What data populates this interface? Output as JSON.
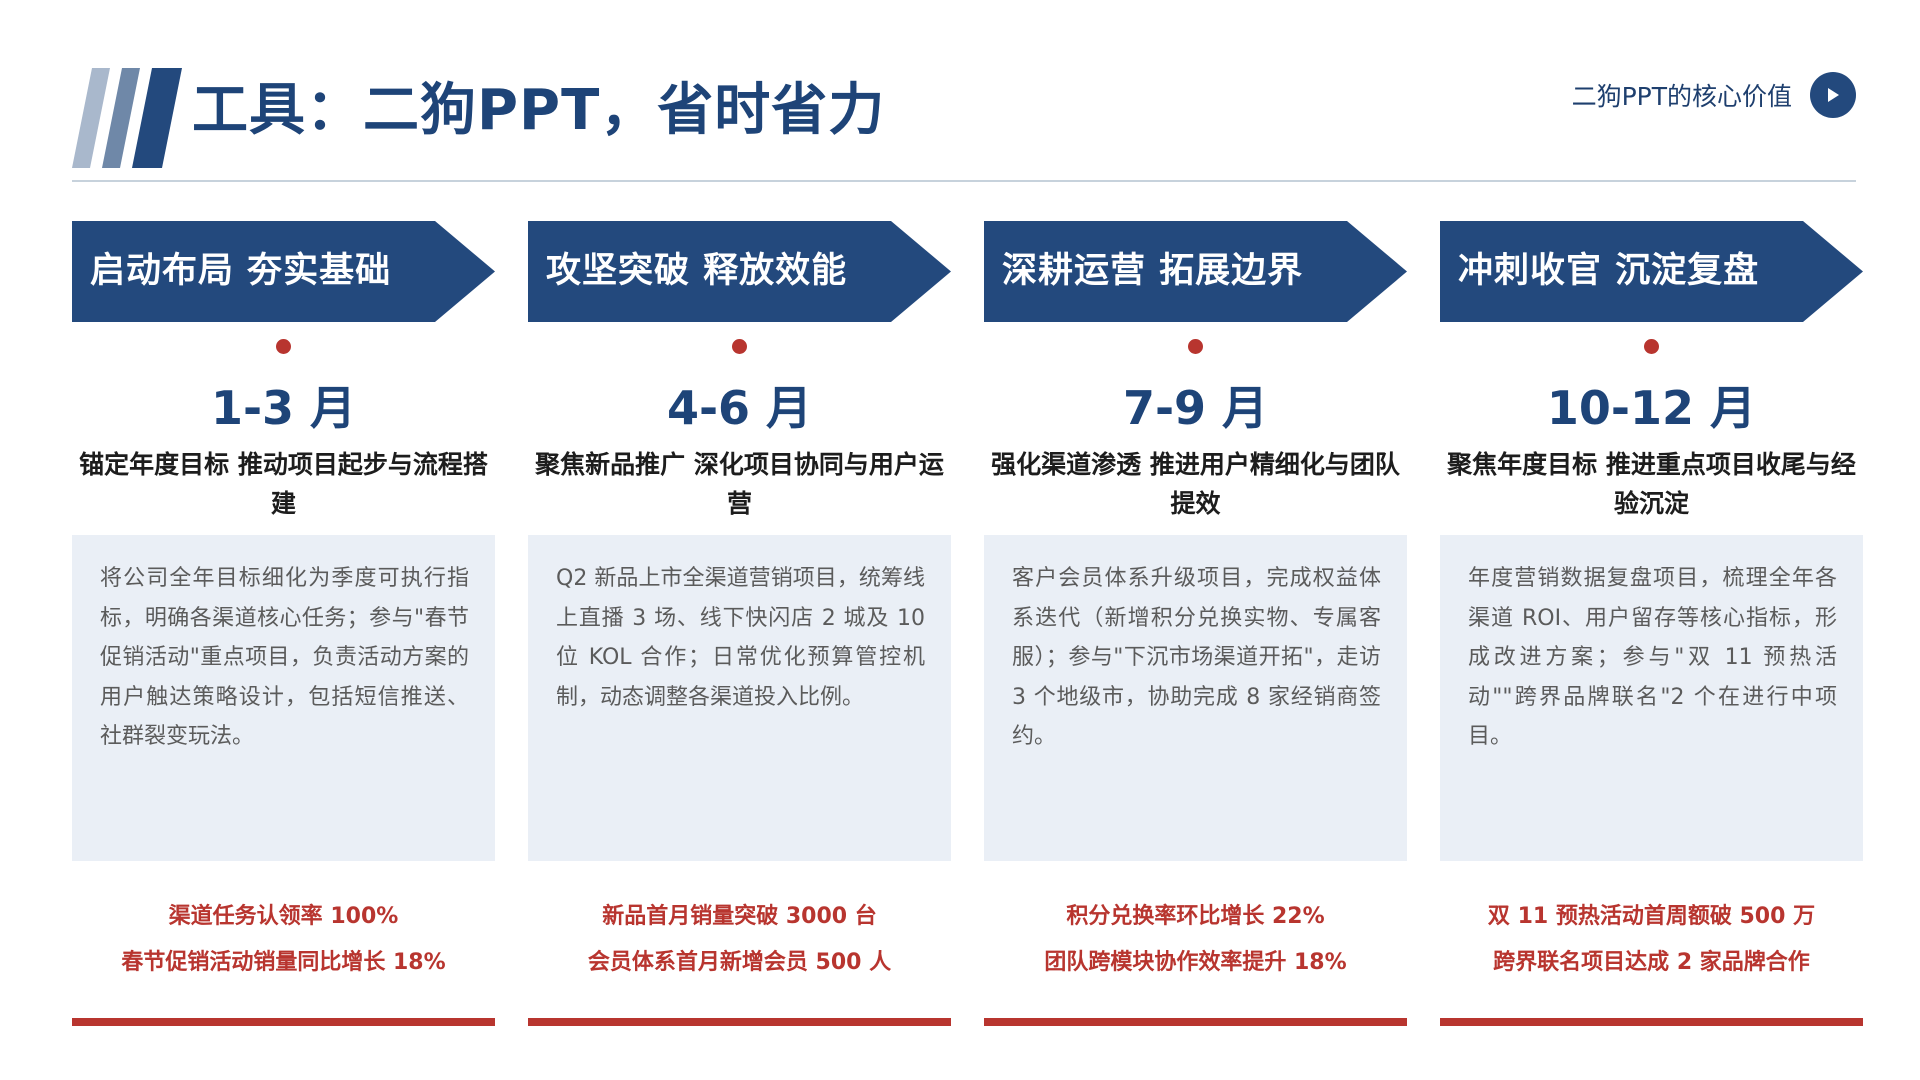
{
  "header": {
    "title": "工具：二狗PPT，省时省力",
    "link_label": "二狗PPT的核心价值",
    "link_icon": "play-icon"
  },
  "colors": {
    "navy": "#23497d",
    "title_blue": "#1e4478",
    "accent_red": "#b8352f",
    "panel_bg": "#eaeff6"
  },
  "phases": [
    {
      "title": "启动布局  夯实基础",
      "months": "1-3 月",
      "goal": "锚定年度目标  推动项目起步与流程搭建",
      "description": "将公司全年目标细化为季度可执行指标，明确各渠道核心任务；参与\"春节促销活动\"重点项目，负责活动方案的用户触达策略设计，包括短信推送、社群裂变玩法。",
      "results": [
        "渠道任务认领率 100%",
        "春节促销活动销量同比增长 18%"
      ]
    },
    {
      "title": "攻坚突破  释放效能",
      "months": "4-6 月",
      "goal": "聚焦新品推广  深化项目协同与用户运营",
      "description": "Q2 新品上市全渠道营销项目，统筹线上直播 3 场、线下快闪店 2 城及 10 位 KOL 合作；日常优化预算管控机制，动态调整各渠道投入比例。",
      "results": [
        "新品首月销量突破 3000 台",
        "会员体系首月新增会员 500 人"
      ]
    },
    {
      "title": "深耕运营  拓展边界",
      "months": "7-9 月",
      "goal": "强化渠道渗透  推进用户精细化与团队提效",
      "description": "客户会员体系升级项目，完成权益体系迭代（新增积分兑换实物、专属客服）；参与\"下沉市场渠道开拓\"，走访 3 个地级市，协助完成 8 家经销商签约。",
      "results": [
        "积分兑换率环比增长 22%",
        "团队跨模块协作效率提升 18%"
      ]
    },
    {
      "title": "冲刺收官  沉淀复盘",
      "months": "10-12 月",
      "goal": "聚焦年度目标  推进重点项目收尾与经验沉淀",
      "description": "年度营销数据复盘项目，梳理全年各渠道 ROI、用户留存等核心指标，形成改进方案；参与\"双 11 预热活动\"\"跨界品牌联名\"2 个在进行中项目。",
      "results": [
        "双 11 预热活动首周额破 500 万",
        "跨界联名项目达成 2 家品牌合作"
      ]
    }
  ]
}
